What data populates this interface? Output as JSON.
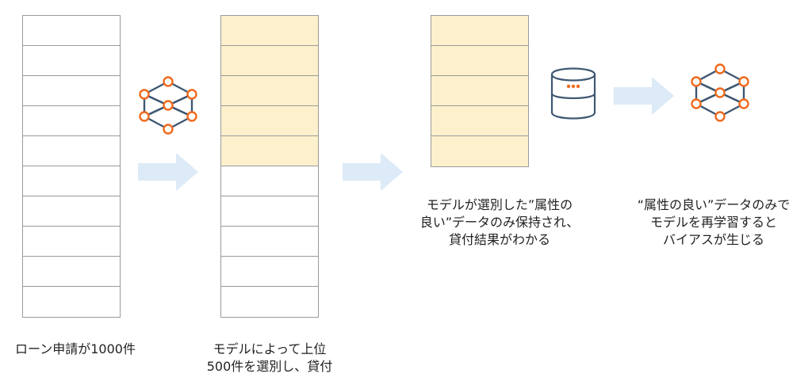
{
  "colors": {
    "highlight_fill": "#fdf0cc",
    "table_border": "#9a9a9a",
    "arrow": "#ddeaf7",
    "network_node": "#f06a1d",
    "network_edge": "#3f5873",
    "database_stroke": "#3f5873",
    "database_dots": "#f06a1d"
  },
  "stages": [
    {
      "table": {
        "rows": 10,
        "highlighted_rows": 0
      },
      "caption": [
        "ローン申請が1000件"
      ]
    },
    {
      "table": {
        "rows": 10,
        "highlighted_rows": 5
      },
      "caption": [
        "モデルによって上位",
        "500件を選別し、貸付"
      ]
    },
    {
      "table": {
        "rows": 5,
        "highlighted_rows": 5
      },
      "caption": [
        "モデルが選別した”属性の",
        "良い”データのみ保持され、",
        "貸付結果がわかる"
      ]
    },
    {
      "caption": [
        "“属性の良い”データのみで",
        "モデルを再学習すると",
        "バイアスが生じる"
      ]
    }
  ],
  "icons": {
    "model_1": "neural-network-icon",
    "database": "database-icon",
    "model_2": "neural-network-icon",
    "arrows": "right-arrow-icon"
  }
}
